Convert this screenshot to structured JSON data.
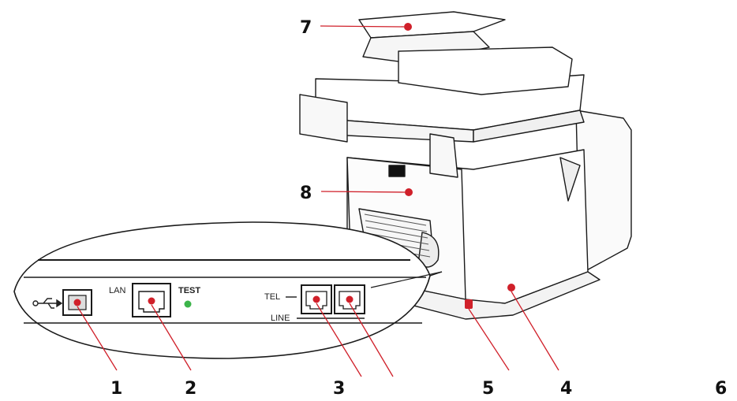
{
  "callouts": [
    "1",
    "2",
    "3",
    "4",
    "5",
    "6",
    "7",
    "8"
  ],
  "panel": {
    "lan_label": "LAN",
    "test_label": "TEST",
    "tel_label": "TEL",
    "line_label": "LINE",
    "usb_symbol": "usb-icon"
  },
  "colors": {
    "marker": "#d0202a",
    "leader": "#d0202a",
    "test_led": "#3cb44a",
    "outline": "#1a1a1a"
  }
}
